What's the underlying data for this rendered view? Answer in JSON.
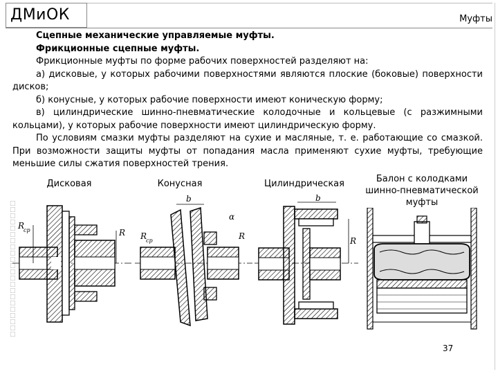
{
  "header": {
    "title": "ДМиОК",
    "section": "Муфты"
  },
  "text": {
    "heading1": "Сцепные механические управляемые муфты.",
    "heading2": "Фрикционные сцепные муфты.",
    "p1": "Фрикционные муфты по форме рабочих поверхностей разделяют на:",
    "p2": "а) дисковые, у которых рабочими поверхностями являются плоские (боковые) поверхности дисков;",
    "p3": "б) конусные, у которых рабочие поверхности имеют коническую форму;",
    "p4": "в) цилиндрические шинно-пневматические колодочные и кольцевые (с разжимными кольцами), у которых рабочие поверхности имеют цилиндрическую форму.",
    "p5": "По условиям смазки муфты разделяют на сухие и масляные, т. е. работающие со смазкой. При возможности защиты муфты от попадания масла применяют сухие муфты, требующие меньшие силы сжатия поверхностей трения."
  },
  "figures": {
    "disc": {
      "caption": "Дисковая",
      "labels": [
        "R",
        "ср",
        "R"
      ]
    },
    "cone": {
      "caption": "Конусная",
      "labels": [
        "b",
        "α",
        "R",
        "ср",
        "R"
      ]
    },
    "cyl": {
      "caption": "Цилиндрическая",
      "labels": [
        "b",
        "R"
      ]
    },
    "tire": {
      "caption": "Балон с колодками шинно-пневматической муфты"
    }
  },
  "page_number": "37"
}
